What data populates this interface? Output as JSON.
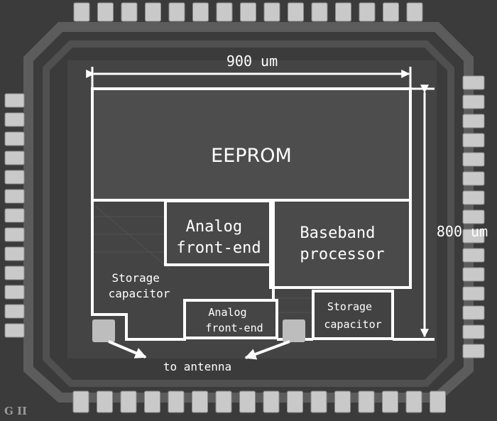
{
  "die": {
    "corner_mark": "G II"
  },
  "dimensions": {
    "width": "900 um",
    "height": "800 um"
  },
  "blocks": {
    "eeprom": "EEPROM",
    "analog_frontend_top": [
      "Analog",
      "front-end"
    ],
    "baseband": [
      "Baseband",
      "processor"
    ],
    "storage_left": [
      "Storage",
      "capacitor"
    ],
    "analog_frontend_bottom": [
      "Analog",
      "front-end"
    ],
    "storage_right": [
      "Storage",
      "capacitor"
    ]
  },
  "antenna_label": "to antenna",
  "colors": {
    "background": "#3a3a3a",
    "pad": "#c9c9c9",
    "ring": "#585858",
    "outline": "#ffffff"
  }
}
